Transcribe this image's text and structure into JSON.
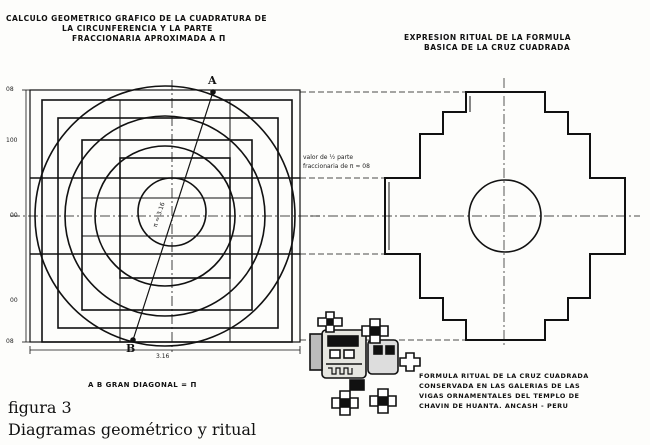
{
  "left_title": [
    "CALCULO GEOMETRICO GRAFICO DE LA CUADRATURA DE",
    "LA CIRCUNFERENCIA Y LA PARTE",
    "FRACCIONARIA APROXIMADA A π"
  ],
  "right_title": [
    "EXPRESION RITUAL DE LA FORMULA",
    "BASICA DE LA CRUZ CUADRADA"
  ],
  "bottom_text": [
    "FORMULA RITUAL DE LA CRUZ CUADRADA",
    "CONSERVADA EN LAS GALERIAS DE LAS",
    "VIGAS ORNAMENTALES DEL TEMPLO DE",
    "CHAVIN DE HUANTA.  ANCASH - PERU"
  ],
  "diagonal_caption": "A B   GRAN DIAGONAL = π",
  "point_a": "A",
  "point_b": "B",
  "side_labels": [
    "08",
    "100",
    "00",
    "00",
    "08"
  ],
  "bottom_dim": "3.16",
  "diag_value": "π = 3.16",
  "value_note": [
    "valor de ½ parte",
    "fraccionaria de π ≈ 08"
  ],
  "figure_label": "figura 3",
  "figure_caption": "Diagramas geométrico y ritual"
}
